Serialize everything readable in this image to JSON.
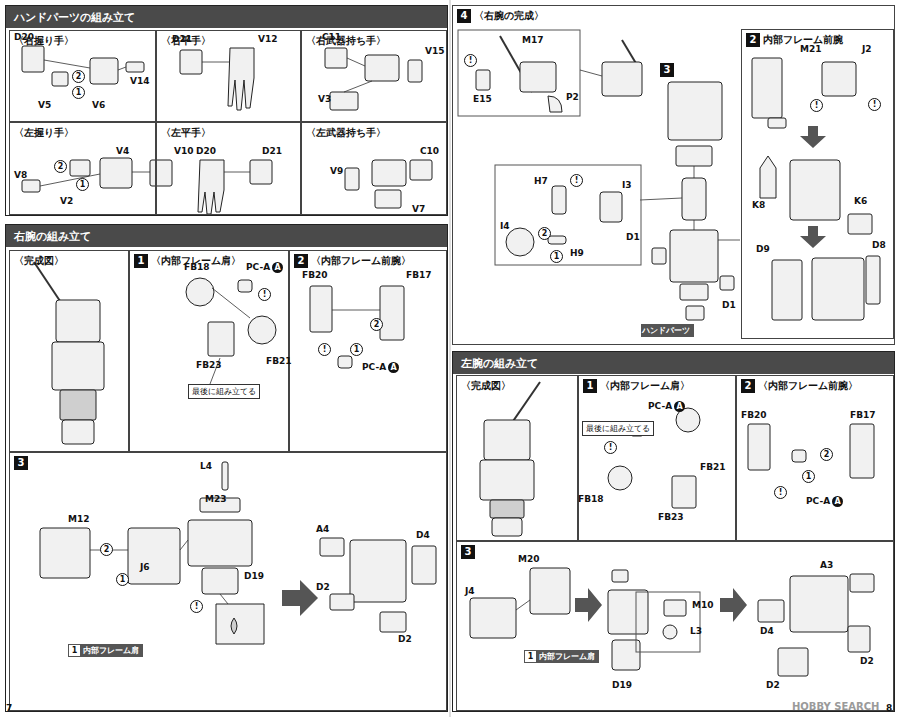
{
  "diagram": {
    "nodes": [
      {
        "text": [
          "ハンドパーツの組み立て"
        ]
      },
      {
        "text": [
          "〈右握り手〉"
        ],
        "in": 0
      },
      {
        "text": [
          "〈右平手〉"
        ],
        "in": 0
      },
      {
        "text": [
          "〈右武器持ち手〉"
        ],
        "in": 0
      },
      {
        "text": [
          "〈左握り手〉"
        ],
        "in": 0
      },
      {
        "text": [
          "〈左平手〉"
        ],
        "in": 0
      },
      {
        "text": [
          "〈左武器持ち手〉"
        ],
        "in": 0
      },
      {
        "text": [
          "右腕の組み立て"
        ]
      },
      {
        "text": [
          "〈完成図〉"
        ],
        "in": 7
      },
      {
        "text": [
          "1",
          "〈内部フレーム肩〉"
        ],
        "in": 7
      },
      {
        "text": [
          "最後に組み立てる"
        ],
        "in": 9
      },
      {
        "text": [
          "2",
          "〈内部フレーム前腕〉"
        ],
        "in": 7
      },
      {
        "text": [
          "3"
        ],
        "in": 7
      },
      {
        "text": [
          "1",
          "内部フレーム肩"
        ],
        "in": 12
      },
      {
        "text": [
          "4",
          "〈右腕の完成〉"
        ]
      },
      {
        "text": [
          "ハンドパーツ"
        ],
        "in": 14
      },
      {
        "text": [
          "2",
          "内部フレーム前腕"
        ],
        "in": 14
      },
      {
        "text": [
          "左腕の組み立て"
        ]
      },
      {
        "text": [
          "〈完成図〉"
        ],
        "in": 17
      },
      {
        "text": [
          "1",
          "〈内部フレーム肩〉"
        ],
        "in": 17
      },
      {
        "text": [
          "最後に組み立てる"
        ],
        "in": 19
      },
      {
        "text": [
          "2",
          "〈内部フレーム前腕〉"
        ],
        "in": 17
      },
      {
        "text": [
          "3"
        ],
        "in": 17
      },
      {
        "text": [
          "1",
          "内部フレーム肩"
        ],
        "in": 22
      }
    ],
    "labels": [
      "D20",
      "2",
      "1",
      "V14",
      "V5",
      "V6",
      "D21",
      "V12",
      "C11",
      "V15",
      "V3",
      "V4",
      "D20",
      "V8",
      "2",
      "1",
      "V2",
      "V10",
      "D21",
      "C10",
      "V9",
      "V7",
      "FB18",
      "PC-A",
      "A",
      "!",
      "FB23",
      "FB21",
      "FB20",
      "FB17",
      "2",
      "1",
      "!",
      "PC-A",
      "A",
      "L4",
      "M23",
      "M12",
      "2",
      "1",
      "J6",
      "D19",
      "!",
      "A4",
      "D4",
      "D2",
      "D2",
      "!",
      "M17",
      "E15",
      "P2",
      "3",
      "H7",
      "!",
      "I3",
      "I4",
      "2",
      "1",
      "H9",
      "D1",
      "D1",
      "M21",
      "J2",
      "!",
      "!",
      "K8",
      "K6",
      "D9",
      "D8",
      "PC-A",
      "A",
      "!",
      "FB18",
      "FB21",
      "FB23",
      "FB20",
      "FB17",
      "2",
      "1",
      "!",
      "PC-A",
      "A",
      "M20",
      "J4",
      "M10",
      "L3",
      "D19",
      "A3",
      "D4",
      "D2",
      "D2",
      "7",
      "8",
      "HOBBY SEARCH"
    ]
  }
}
